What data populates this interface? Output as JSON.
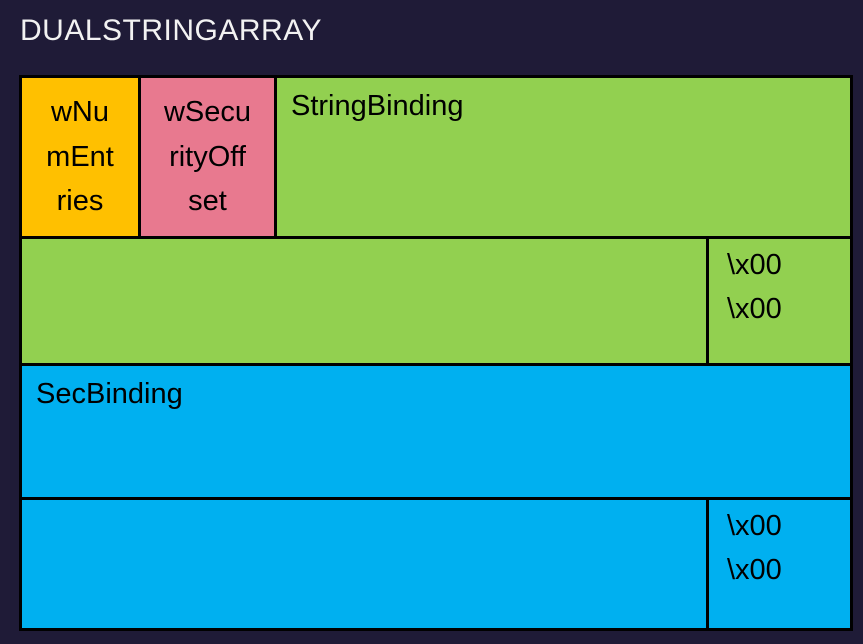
{
  "title": "DUALSTRINGARRAY",
  "colors": {
    "background": "#1F1B37",
    "title_text": "#F2F2F2",
    "cell_text": "#000000",
    "border": "#000000",
    "wnumentries_fill": "#FFC000",
    "wsecurityoffset_fill": "#E8798F",
    "stringbinding_fill": "#92D050",
    "secbinding_fill": "#00B0F0"
  },
  "cells": {
    "wNumEntries": {
      "label": "wNu\nmEnt\nries"
    },
    "wSecurityOffset": {
      "label": "wSecu\nrityOff\nset"
    },
    "stringBinding": {
      "label": "StringBinding"
    },
    "stringBindingTerminator": {
      "label": "\\x00\n\\x00"
    },
    "secBinding": {
      "label": "SecBinding"
    },
    "secBindingTerminator": {
      "label": "\\x00\n\\x00"
    }
  }
}
